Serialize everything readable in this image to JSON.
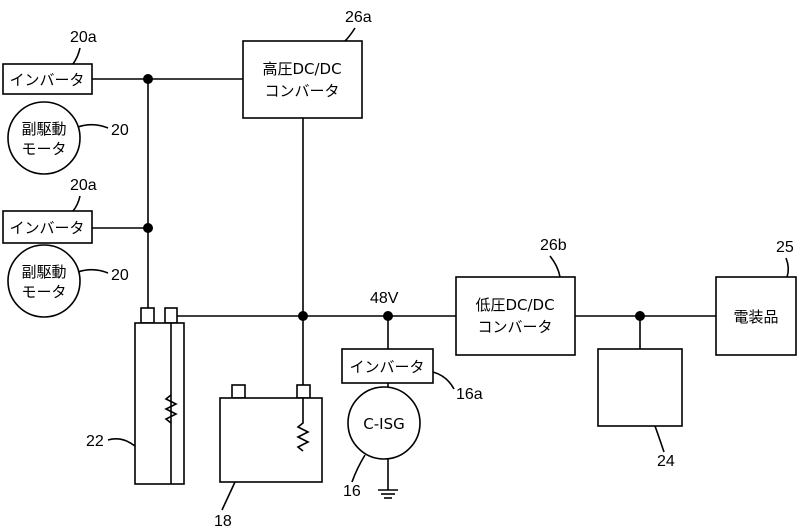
{
  "components": {
    "hv_dcdc": {
      "ref": "26a",
      "line1": "高圧DC/DC",
      "line2": "コンバータ"
    },
    "lv_dcdc": {
      "ref": "26b",
      "line1": "低圧DC/DC",
      "line2": "コンバータ"
    },
    "inverter_top": {
      "ref": "20a",
      "label": "インバータ"
    },
    "inverter_mid": {
      "ref": "20a",
      "label": "インバータ"
    },
    "motor_top": {
      "ref": "20",
      "line1": "副駆動",
      "line2": "モータ"
    },
    "motor_mid": {
      "ref": "20",
      "line1": "副駆動",
      "line2": "モータ"
    },
    "isg_inverter": {
      "ref": "16a",
      "label": "インバータ"
    },
    "isg": {
      "ref": "16",
      "label": "C-ISG"
    },
    "electrical_load": {
      "ref": "25",
      "label": "電装品"
    },
    "battery_22": {
      "ref": "22"
    },
    "battery_18": {
      "ref": "18"
    },
    "box_24": {
      "ref": "24"
    },
    "bus_voltage": "48V"
  }
}
